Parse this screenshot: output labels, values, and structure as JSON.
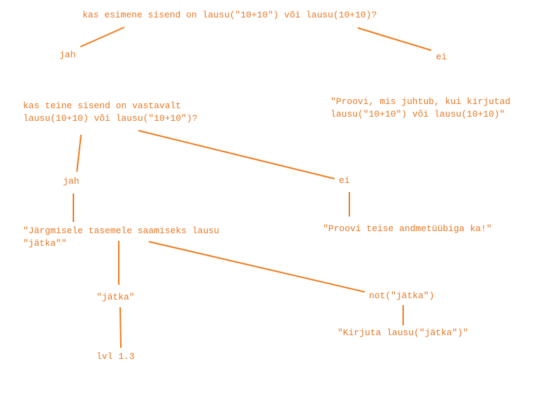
{
  "colors": {
    "text": "#e87722",
    "edge": "#f07a1c",
    "background": "#ffffff"
  },
  "nodes": {
    "q1": "kas esimene sisend on lausu(\"10+10\") või lausu(10+10)?",
    "jah1": "jah",
    "ei1": "ei",
    "q2_line1": "kas teine sisend on vastavalt",
    "q2_line2": "lausu(10+10) või lausu(\"10+10\")?",
    "proovi1_line1": "\"Proovi, mis juhtub, kui kirjutad",
    "proovi1_line2": "lausu(\"10+10\") või lausu(10+10)\"",
    "jah2": "jah",
    "ei2": "ei",
    "jargmisele_line1": "\"Järgmisele tasemele saamiseks lausu",
    "jargmisele_line2": "\"jätka\"\"",
    "proovi2": "\"Proovi teise andmetüübiga ka!\"",
    "jatka": "\"jätka\"",
    "notjatka": "not(\"jätka\")",
    "kirjuta": "\"Kirjuta lausu(\"jätka\")\"",
    "lvl": "lvl 1.3"
  }
}
